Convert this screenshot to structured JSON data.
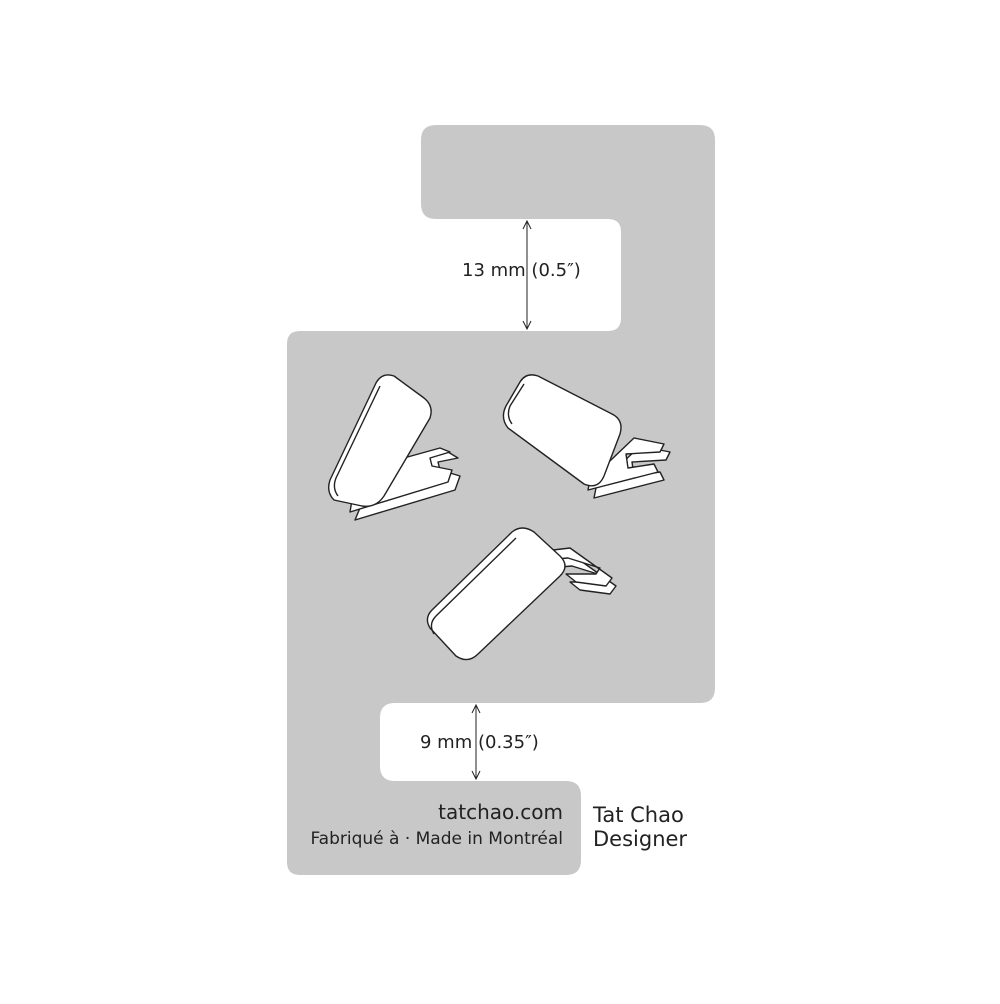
{
  "card": {
    "fill": "#c8c8c8",
    "outline": "#222222"
  },
  "dimensions": {
    "top_gap": "13   mm (0.5″)",
    "bottom_gap": "9 mm (0.35″)"
  },
  "branding": {
    "website": "tatchao.com",
    "made_in": "Fabriqué à · Made in Montréal",
    "designer_line1": "Tat Chao",
    "designer_line2": "Designer"
  },
  "illustrations": [
    {
      "label": "stand-upright-tall"
    },
    {
      "label": "stand-upright-wide"
    },
    {
      "label": "stand-flat"
    }
  ]
}
